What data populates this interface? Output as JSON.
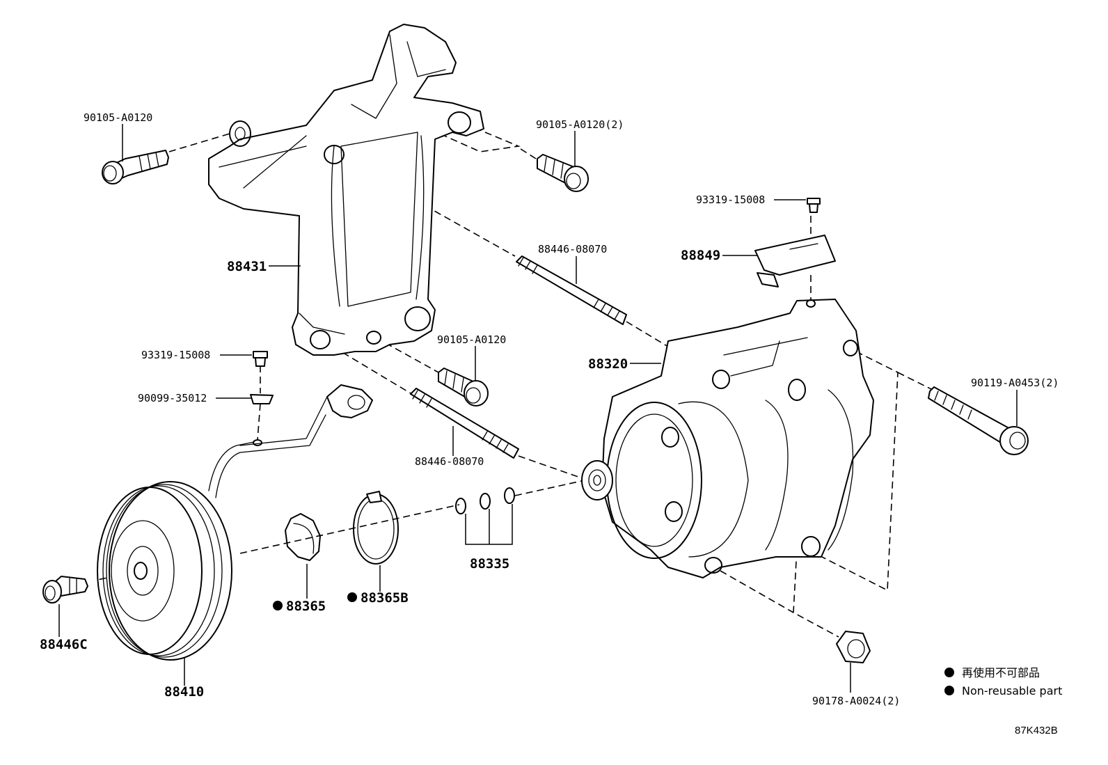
{
  "labels": {
    "bolt_bracket_left": "90105-A0120",
    "bolt_bracket_right": "90105-A0120(2)",
    "bracket": "88431",
    "screw_top": "93319-15008",
    "plate": "88849",
    "stud_upper": "88446-08070",
    "compressor": "88320",
    "bolt_center": "90105-A0120",
    "screw_left": "93319-15008",
    "clip": "90099-35012",
    "bolt_long": "90119-A0453(2)",
    "stud_lower": "88446-08070",
    "shims": "88335",
    "snap_ring": "88365",
    "snap_ring_b": "88365B",
    "clutch_bolt": "88446C",
    "pulley": "88410",
    "nut": "90178-A0024(2)"
  },
  "legend": {
    "japanese": "再使用不可部品",
    "english": "Non-reusable part"
  },
  "diagram_code": "87K432B"
}
